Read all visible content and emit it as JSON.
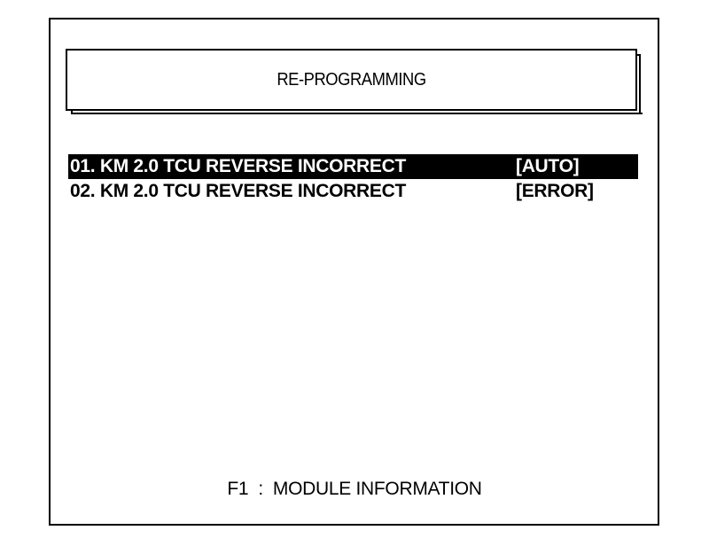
{
  "header": {
    "title": "RE-PROGRAMMING"
  },
  "program_list": {
    "items": [
      {
        "label": "01. KM 2.0 TCU REVERSE INCORRECT",
        "status": "[AUTO]",
        "selected": true
      },
      {
        "label": "02. KM 2.0 TCU REVERSE INCORRECT",
        "status": "[ERROR]",
        "selected": false
      }
    ]
  },
  "footer": {
    "hint": "F1  :  MODULE INFORMATION"
  },
  "colors": {
    "background": "#ffffff",
    "foreground": "#000000",
    "highlight_background": "#000000",
    "highlight_text": "#ffffff"
  }
}
